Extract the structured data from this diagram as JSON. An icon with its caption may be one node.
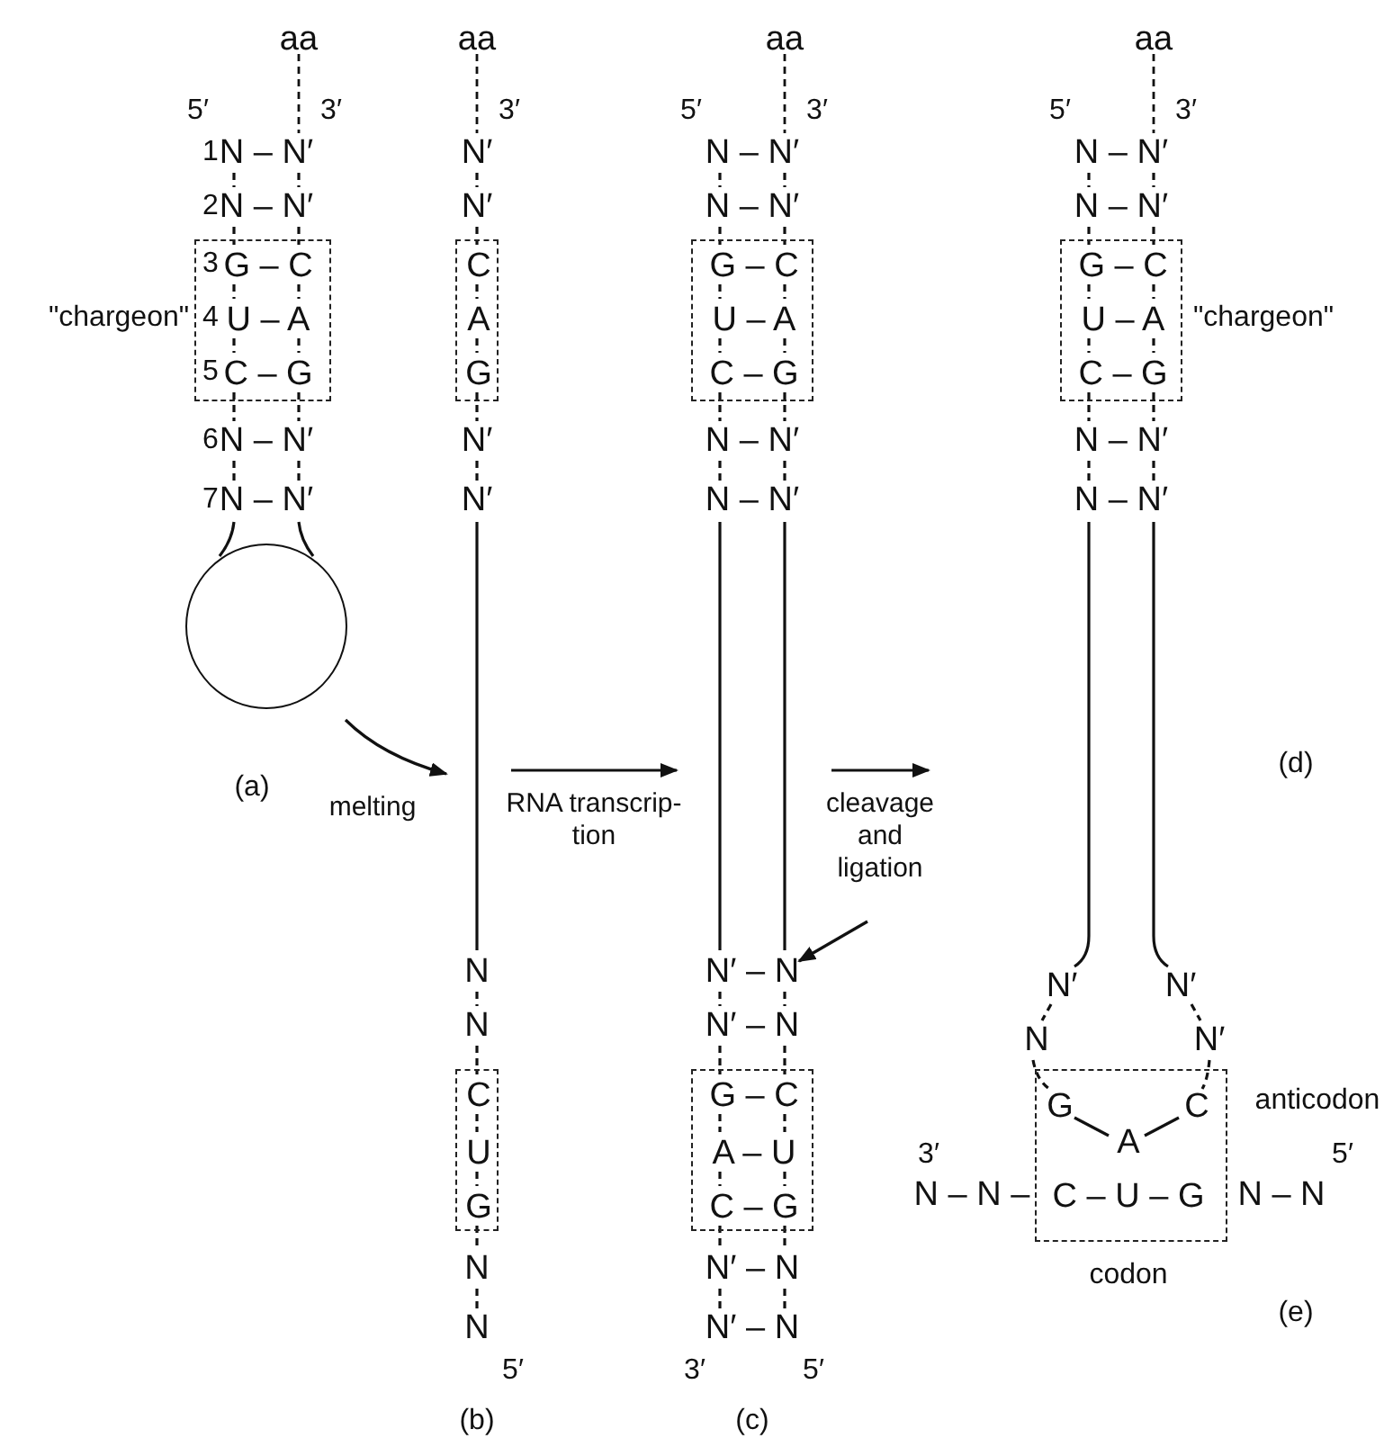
{
  "diagram": {
    "nodes": [
      {
        "text": [
          "N – N′",
          "N – N′",
          "N – N′",
          "N – N′"
        ],
        "beside": [
          "(a)"
        ]
      },
      {
        "text": [
          "G – C",
          "U – A",
          "C – G"
        ],
        "in": 0,
        "beside": [
          "\"chargeon\""
        ]
      },
      {
        "text": [
          "N′",
          "N′",
          "N′",
          "N′",
          "N",
          "N",
          "N",
          "N"
        ],
        "beside": [
          "(b)"
        ]
      },
      {
        "text": [
          "C",
          "A",
          "G"
        ],
        "in": 2
      },
      {
        "text": [
          "C",
          "U",
          "G"
        ],
        "in": 2
      },
      {
        "text": [
          "N – N′",
          "N – N′",
          "N – N′",
          "N – N′",
          "N′ – N",
          "N′ – N",
          "N′ – N",
          "N′ – N"
        ],
        "beside": [
          "(c)"
        ]
      },
      {
        "text": [
          "G – C",
          "U – A",
          "C – G"
        ],
        "in": 5
      },
      {
        "text": [
          "G – C",
          "A – U",
          "C – G"
        ],
        "in": 5
      },
      {
        "text": [
          "N – N′",
          "N – N′",
          "N – N′",
          "N – N′",
          "N′",
          "N′",
          "N",
          "N′",
          "N – N –",
          "N – N"
        ],
        "beside": [
          "(d)",
          "(e)"
        ]
      },
      {
        "text": [
          "G – C",
          "U – A",
          "C – G"
        ],
        "in": 8,
        "beside": [
          "\"chargeon\""
        ]
      },
      {
        "text": [
          "G",
          "A",
          "C",
          "C – U – G"
        ],
        "in": 8,
        "beside": [
          "anticodon",
          "codon"
        ]
      },
      {
        "text": [],
        "shape": "circle",
        "in": 0
      }
    ],
    "edges": [
      {
        "from": 0,
        "to": 2,
        "arrow": "to",
        "label": "melting"
      },
      {
        "from": 2,
        "to": 5,
        "arrow": "to",
        "label": "RNA transcrip-tion"
      },
      {
        "from": 5,
        "to": 8,
        "arrow": "to",
        "label": "cleavage and ligation"
      },
      {
        "from": null,
        "to": 5,
        "arrow": "to"
      }
    ],
    "labels": [
      "aa",
      "aa",
      "aa",
      "aa",
      "5′",
      "3′",
      "3′",
      "5′",
      "3′",
      "5′",
      "3′",
      "1",
      "2",
      "3",
      "4",
      "5",
      "6",
      "7",
      "3′",
      "5′",
      "5′",
      "3′",
      "5′"
    ]
  }
}
